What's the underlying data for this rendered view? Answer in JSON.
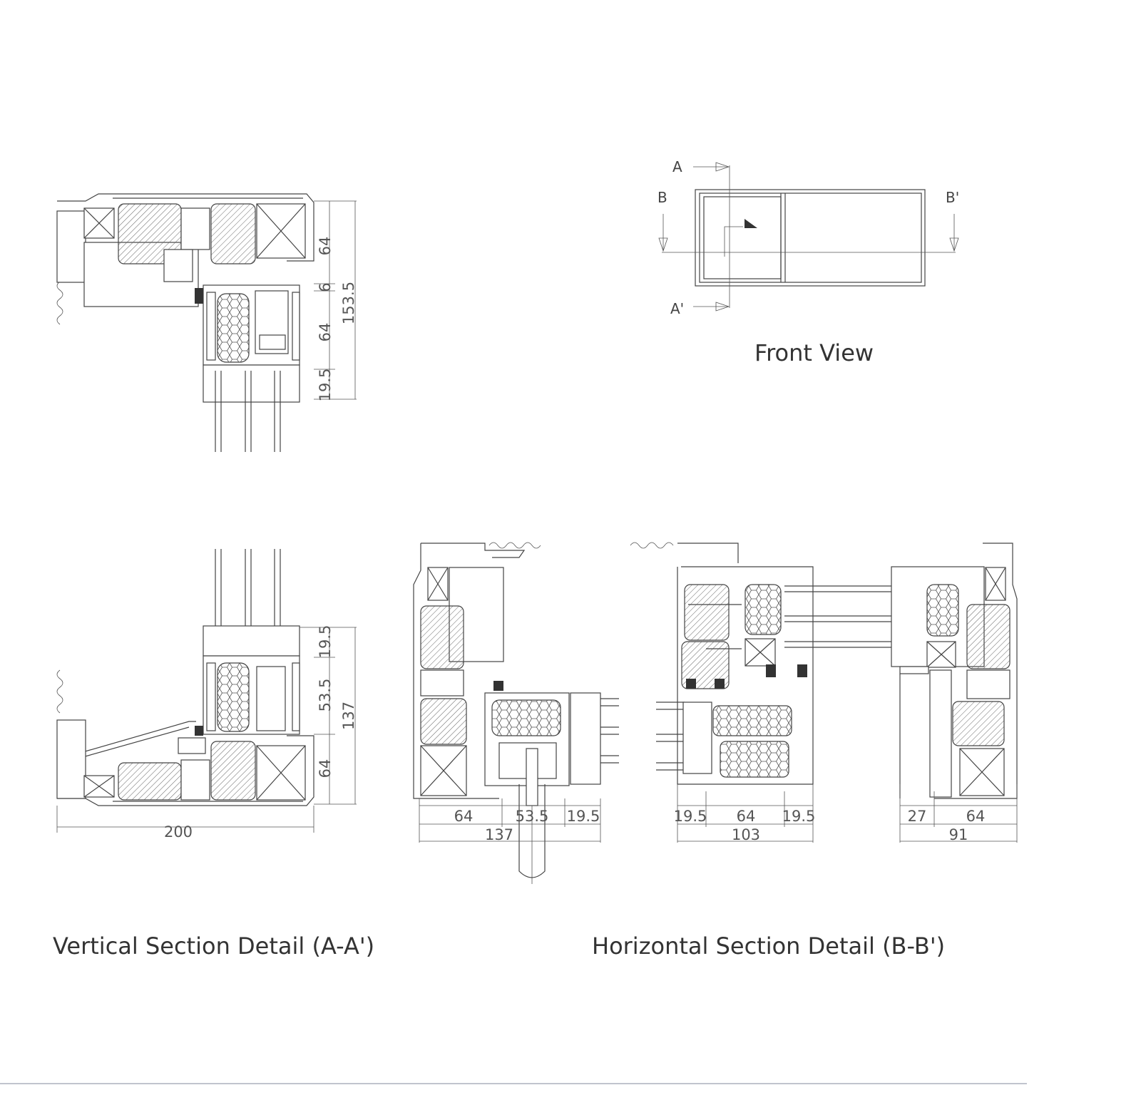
{
  "front_view": {
    "caption": "Front View",
    "labels": {
      "a": "A",
      "a_prime": "A'",
      "b": "B",
      "b_prime": "B'"
    }
  },
  "vertical_section": {
    "caption": "Vertical Section Detail (A-A')",
    "top_dims": [
      "64",
      "6",
      "64",
      "19.5",
      "153.5"
    ],
    "bottom_dims": [
      "19.5",
      "53.5",
      "64",
      "137"
    ],
    "width_dim": "200"
  },
  "horizontal_section": {
    "caption": "Horizontal Section Detail (B-B')",
    "left_dims": [
      "64",
      "53.5",
      "19.5",
      "137"
    ],
    "middle_dims": [
      "19.5",
      "64",
      "19.5",
      "103"
    ],
    "right_dims": [
      "27",
      "64",
      "91"
    ]
  },
  "colors": {
    "line": "#444444",
    "text": "#333333",
    "rule": "#9aa0b0"
  }
}
